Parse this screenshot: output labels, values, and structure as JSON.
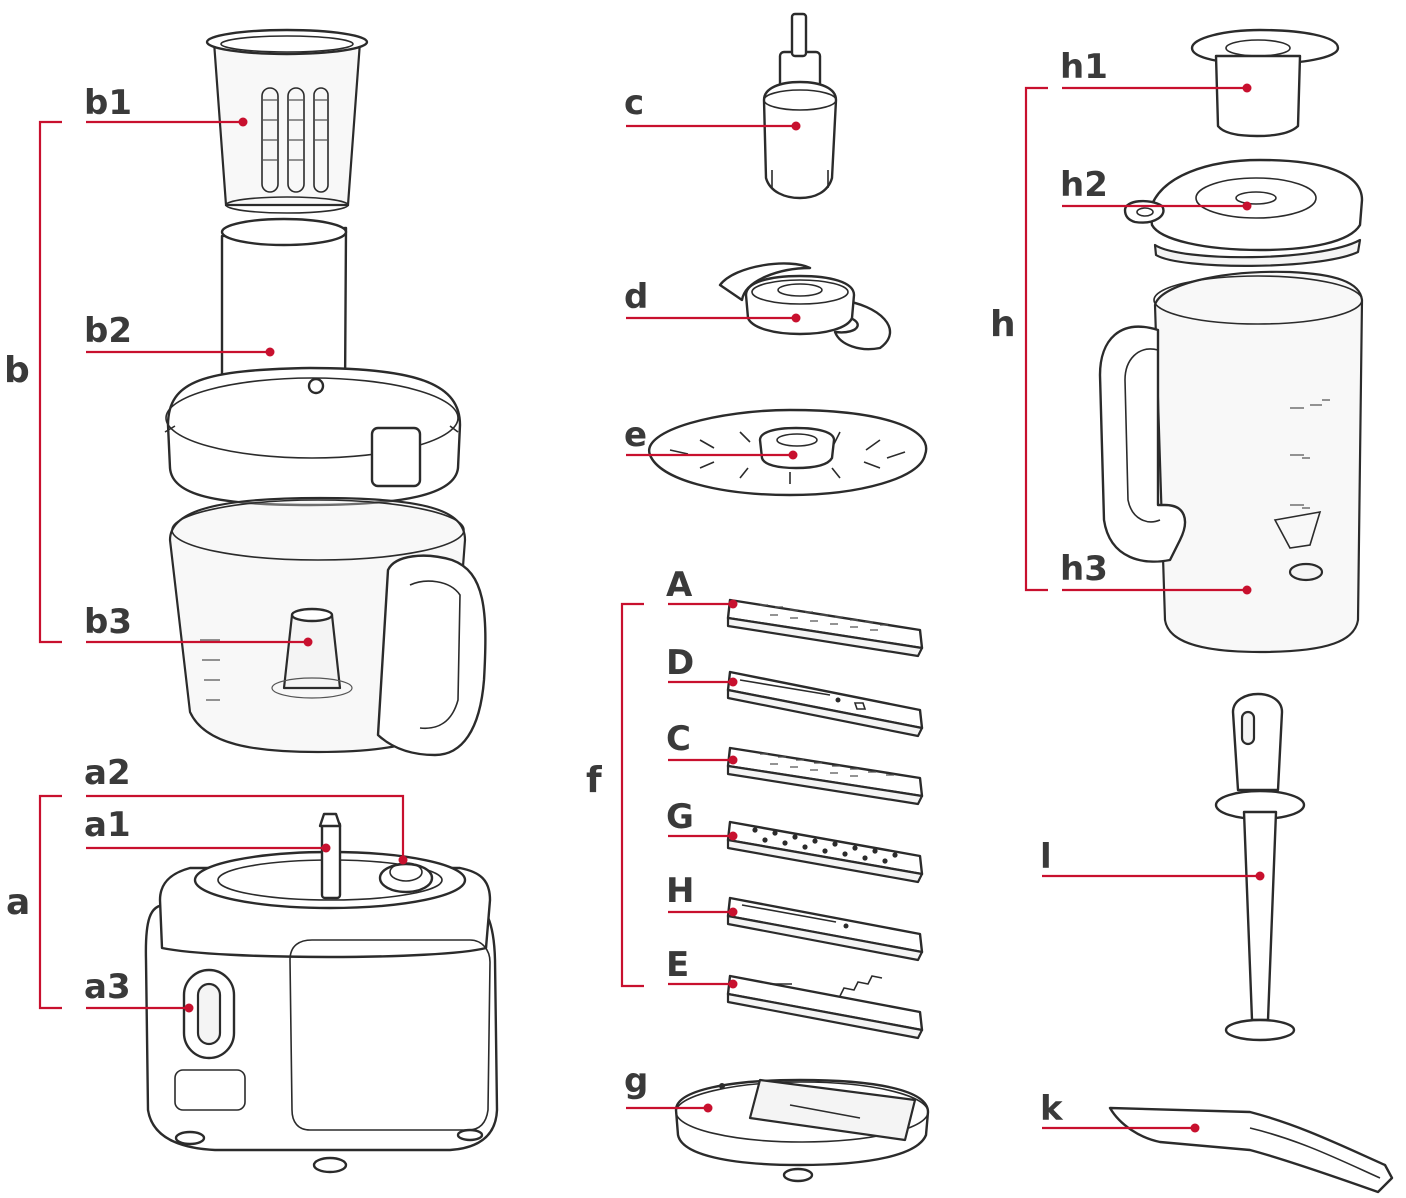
{
  "labels": {
    "b1": "b1",
    "b2": "b2",
    "b3": "b3",
    "b": "b",
    "a1": "a1",
    "a2": "a2",
    "a3": "a3",
    "a": "a",
    "c": "c",
    "d": "d",
    "e": "e",
    "f": "f",
    "g": "g",
    "A": "A",
    "D": "D",
    "C": "C",
    "G": "G",
    "H": "H",
    "E": "E",
    "h1": "h1",
    "h2": "h2",
    "h3": "h3",
    "h": "h",
    "l": "l",
    "k": "k"
  },
  "colors": {
    "leader": "#c8102e",
    "outline": "#2b2b2b",
    "label": "#3a3a3a"
  }
}
